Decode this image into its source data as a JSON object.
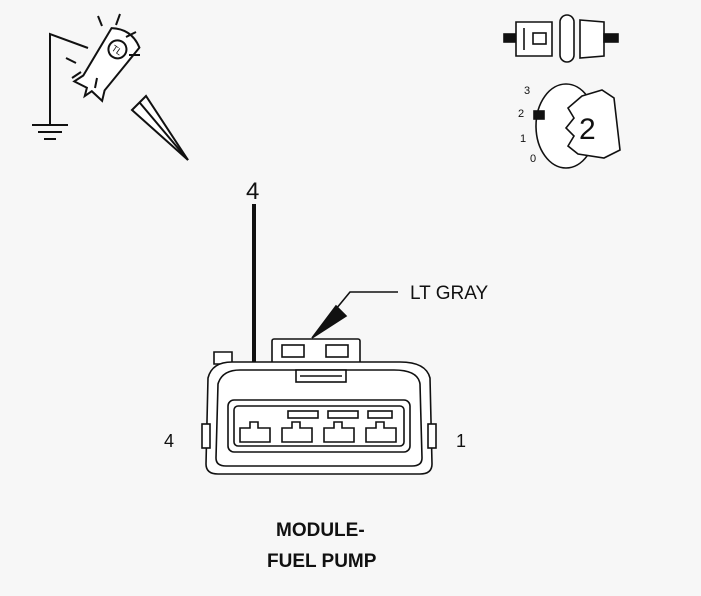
{
  "icons": {
    "test_light": "test-light-probe-icon",
    "ground": "ground-symbol-icon",
    "connector_disconnect": "disconnected-connector-icon",
    "ignition_key": "ignition-key-icon"
  },
  "ignition": {
    "positions": [
      "3",
      "2",
      "1",
      "0"
    ],
    "selected": "2"
  },
  "probe_pin": "4",
  "wire_color": "LT GRAY",
  "connector": {
    "left_pin_label": "4",
    "right_pin_label": "1",
    "title_line1": "MODULE-",
    "title_line2": "FUEL PUMP"
  },
  "colors": {
    "line": "#111111",
    "background": "#f7f7f7",
    "shade": "#e6e6e6"
  }
}
